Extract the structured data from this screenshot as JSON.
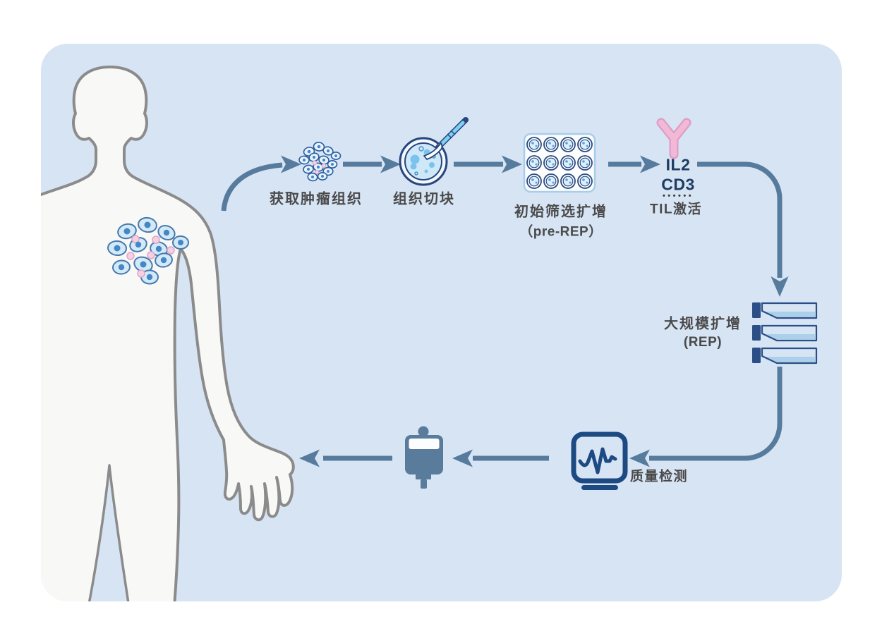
{
  "diagram": {
    "theme": "TIL cell therapy workflow",
    "colors": {
      "canvas_background": "#d7e4f4",
      "page_background": "#ffffff",
      "arrow": "#567b9d",
      "outline_navy": "#27467d",
      "monitor_navy": "#1d4a82",
      "flask_navy": "#2b4e87",
      "antibody_pink_fill": "#f2b9d6",
      "antibody_pink_outline": "#df9cc6",
      "iv_bag_slate": "#5a7c9c",
      "cell_blue": "#7cc2ee",
      "label_gray": "#4a4a4a",
      "cytokine_navy": "#1d3d63",
      "body_outline": "#8b8b8b",
      "body_fill": "#f8f8f7"
    },
    "icons": {
      "body": "human-body-silhouette-icon",
      "chest_tumor": "tumor-cells-cluster-icon",
      "sampled_tissue": "tumor-tissue-cells-icon",
      "dish": "petri-dish-scalpel-icon",
      "plate": "multi-well-plate-icon",
      "antibody": "antibody-icon",
      "flasks": "culture-flasks-icon",
      "monitor": "ecg-monitor-icon",
      "bag": "iv-bag-icon"
    },
    "steps": {
      "obtain": {
        "label": "获取肿瘤组织"
      },
      "cut": {
        "label": "组织切块"
      },
      "pre_rep": {
        "label": "初始筛选扩增",
        "sublabel": "（pre-REP）"
      },
      "activation": {
        "il2": "IL2",
        "cd3": "CD3",
        "dots": "••••••",
        "label": "TIL激活"
      },
      "rep": {
        "label": "大规模扩增",
        "sublabel": "(REP)"
      },
      "quality": {
        "label": "质量检测"
      }
    },
    "flow_order": [
      "获取肿瘤组织",
      "组织切块",
      "初始筛选扩增（pre-REP）",
      "TIL激活",
      "大规模扩增(REP)",
      "质量检测"
    ]
  }
}
